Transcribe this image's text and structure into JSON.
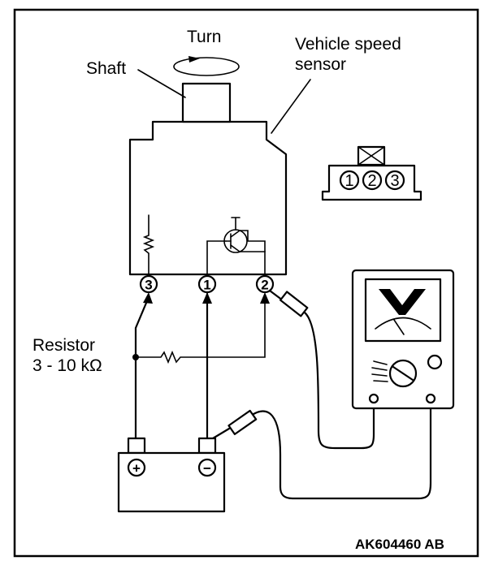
{
  "labels": {
    "turn": "Turn",
    "shaft": "Shaft",
    "sensor_line1": "Vehicle speed",
    "sensor_line2": "sensor",
    "resistor_line1": "Resistor",
    "resistor_line2": "3 - 10 kΩ",
    "figure_code": "AK604460 AB",
    "meter_unit": "V"
  },
  "sensor_pins": [
    "3",
    "1",
    "2"
  ],
  "connector_pins": [
    "1",
    "2",
    "3"
  ],
  "battery_terminals": {
    "positive": "+",
    "negative": "−"
  }
}
